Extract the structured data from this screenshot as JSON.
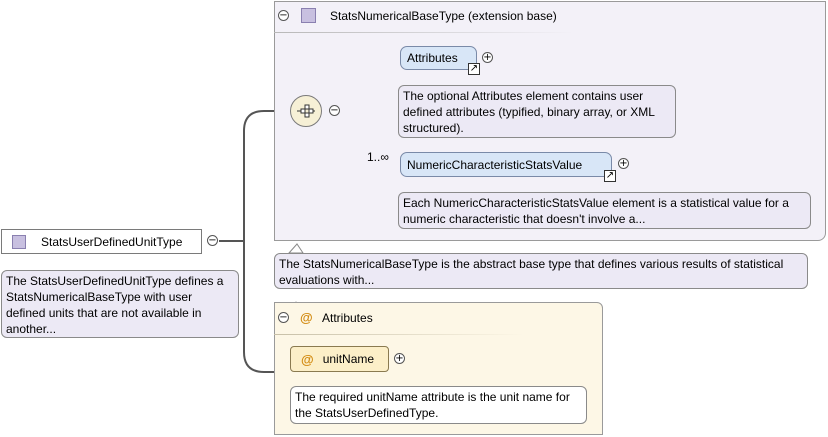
{
  "root_element": {
    "name": "StatsUserDefinedUnitType",
    "annotation": "The StatsUserDefinedUnitType defines a StatsNumericalBaseType with user defined units that are not available in another..."
  },
  "extension": {
    "title": "StatsNumericalBaseType (extension base)",
    "annotation": "The StatsNumericalBaseType is the abstract base type that defines various results of statistical evaluations with...",
    "elements": [
      {
        "name": "Attributes",
        "annotation": "The optional Attributes element contains user defined attributes (typified, binary array, or XML structured)."
      },
      {
        "name": "NumericCharacteristicStatsValue",
        "cardinality": "1..∞",
        "annotation": "Each NumericCharacteristicStatsValue element is a statistical value for a numeric characteristic that doesn't involve a..."
      }
    ]
  },
  "attributes_group": {
    "title": "Attributes",
    "attribute": {
      "name": "unitName",
      "annotation": "The required unitName attribute is the unit name for the StatsUserDefinedType."
    }
  },
  "icons": {
    "collapse": "minus-circle-icon",
    "expand": "plus-circle-icon",
    "reference": "shortcut-arrow-icon",
    "sequence": "sequence-compositor-icon",
    "type": "complex-type-icon",
    "attribute": "at-sign-icon"
  },
  "colors": {
    "type_icon": "#c8c0e0",
    "extension_bg": "#f3f1f8",
    "element_bg": "#d8e6f7",
    "attribute_bg": "#fcefc8",
    "annotation_bg": "#ece9f5"
  }
}
